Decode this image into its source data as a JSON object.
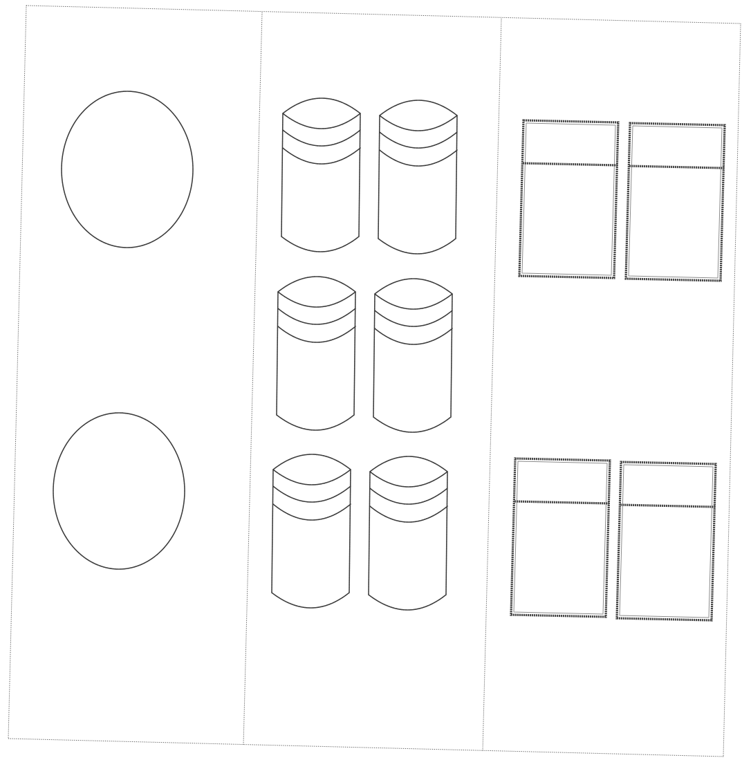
{
  "figure": {
    "panels": [
      {
        "id": "left",
        "shape": "ellipse",
        "count": 2
      },
      {
        "id": "middle",
        "shape": "cylinder",
        "count": 6,
        "bands_per_cylinder": 3
      },
      {
        "id": "right",
        "shape": "rectangle-with-header",
        "count": 4
      }
    ],
    "colors": {
      "ink": "#3a3a3a",
      "paper": "#ffffff"
    }
  }
}
